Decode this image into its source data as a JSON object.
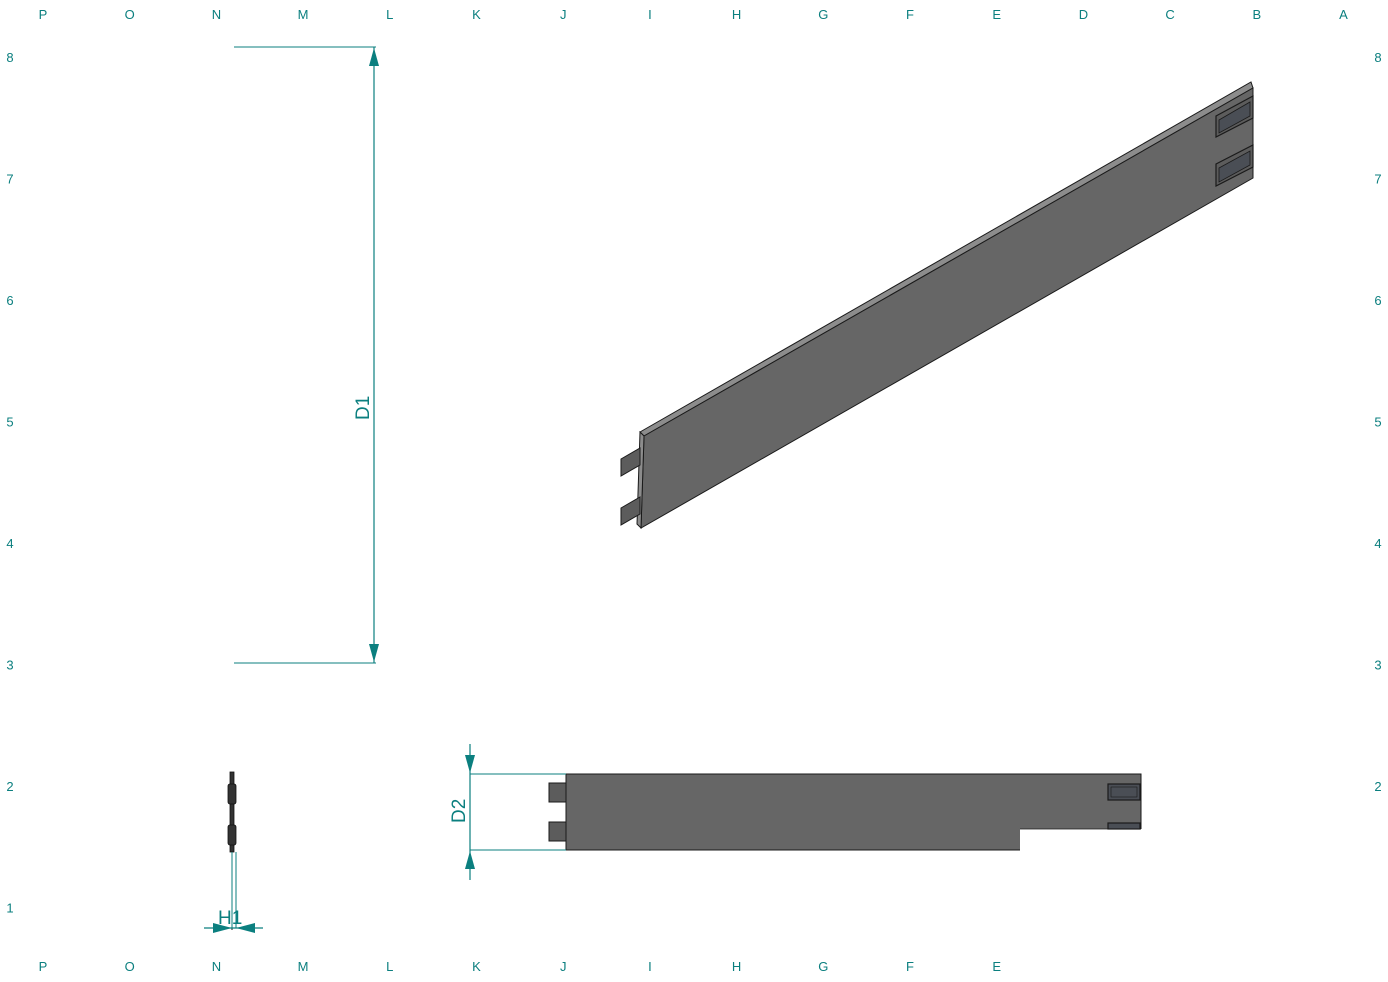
{
  "colors": {
    "annotation": "#0b7f7f",
    "part_face": "#666666",
    "part_top": "#8c8c8c",
    "part_edge": "#1a1a1a",
    "tab": "#5c5c5c",
    "slot": "#4a4e55"
  },
  "grid": {
    "top_columns": [
      "P",
      "O",
      "N",
      "M",
      "L",
      "K",
      "J",
      "I",
      "H",
      "G",
      "F",
      "E",
      "D",
      "C",
      "B",
      "A"
    ],
    "bottom_columns": [
      "P",
      "O",
      "N",
      "M",
      "L",
      "K",
      "J",
      "I",
      "H",
      "G",
      "F",
      "E"
    ],
    "left_rows": [
      "8",
      "7",
      "6",
      "5",
      "4",
      "3",
      "2",
      "1"
    ],
    "right_rows": [
      "8",
      "7",
      "6",
      "5",
      "4",
      "3",
      "2"
    ]
  },
  "dimensions": {
    "d1": "D1",
    "d2": "D2",
    "h1": "H1"
  }
}
